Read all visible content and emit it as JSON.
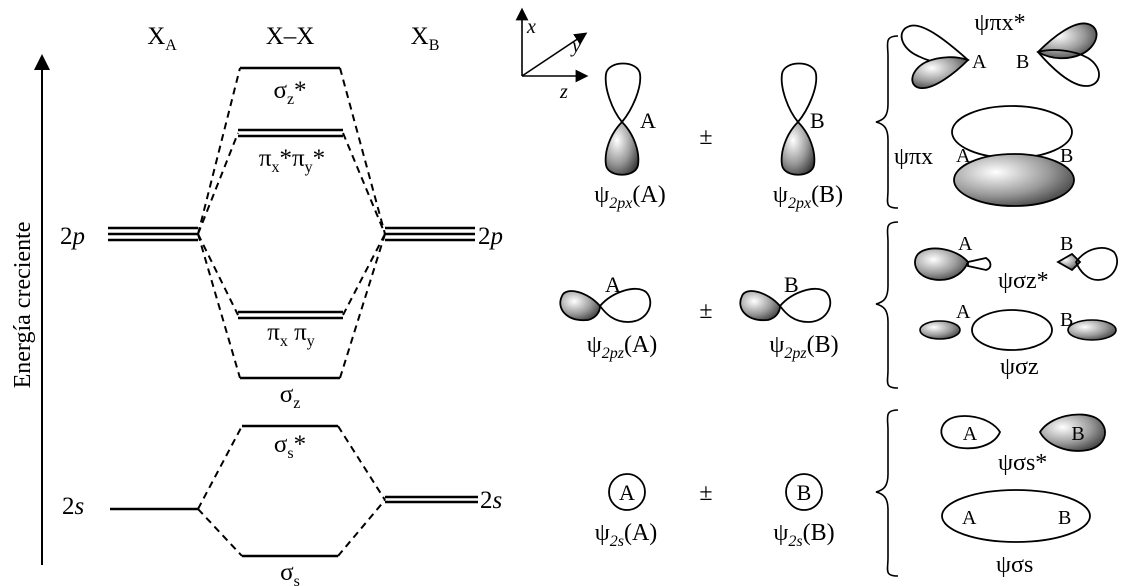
{
  "mo_diagram": {
    "axis_label": "Energía creciente",
    "col_left": "X",
    "col_left_sub": "A",
    "col_mid": "X–X",
    "col_right": "X",
    "col_right_sub": "B",
    "lvl_2p_left": "2",
    "lvl_2p_left_italic": "p",
    "lvl_2p_right": "2",
    "lvl_2p_right_italic": "p",
    "lvl_2s_left": "2",
    "lvl_2s_left_italic": "s",
    "lvl_2s_right": "2",
    "lvl_2s_right_italic": "s",
    "sigma_z_star": "σ",
    "sigma_z_star_sub": "z",
    "sigma_z_star_sup": "*",
    "pi_star": "π",
    "pi_star_sub_x": "x",
    "pi_star_mid": "*π",
    "pi_star_sub_y": "y",
    "pi_star_sup": "*",
    "pi_bond": "π",
    "pi_bond_sub_x": "x",
    "pi_bond_mid": " π",
    "pi_bond_sub_y": "y",
    "sigma_z": "σ",
    "sigma_z_sub": "z",
    "sigma_s_star": "σ",
    "sigma_s_star_sub": "s",
    "sigma_s_star_sup": "*",
    "sigma_s": "σ",
    "sigma_s_sub": "s"
  },
  "orbitals": {
    "axes": {
      "x": "x",
      "y": "y",
      "z": "z"
    },
    "pm": "±",
    "atom_a": "A",
    "atom_b": "B",
    "psi": "ψ",
    "px_sub": "2px",
    "pz_sub": "2pz",
    "s_sub": "2s",
    "paren_a": "(A)",
    "paren_b": "(B)",
    "psi_pix_star": "ψπx*",
    "psi_pix": "ψπx",
    "psi_sigz_star": "ψσz*",
    "psi_sigz": "ψσz",
    "psi_sigs_star": "ψσs*",
    "psi_sigs": "ψσs"
  },
  "colors": {
    "lobe_shade_light": "#ffffff",
    "lobe_shade_dark": "#3a3a3a"
  }
}
